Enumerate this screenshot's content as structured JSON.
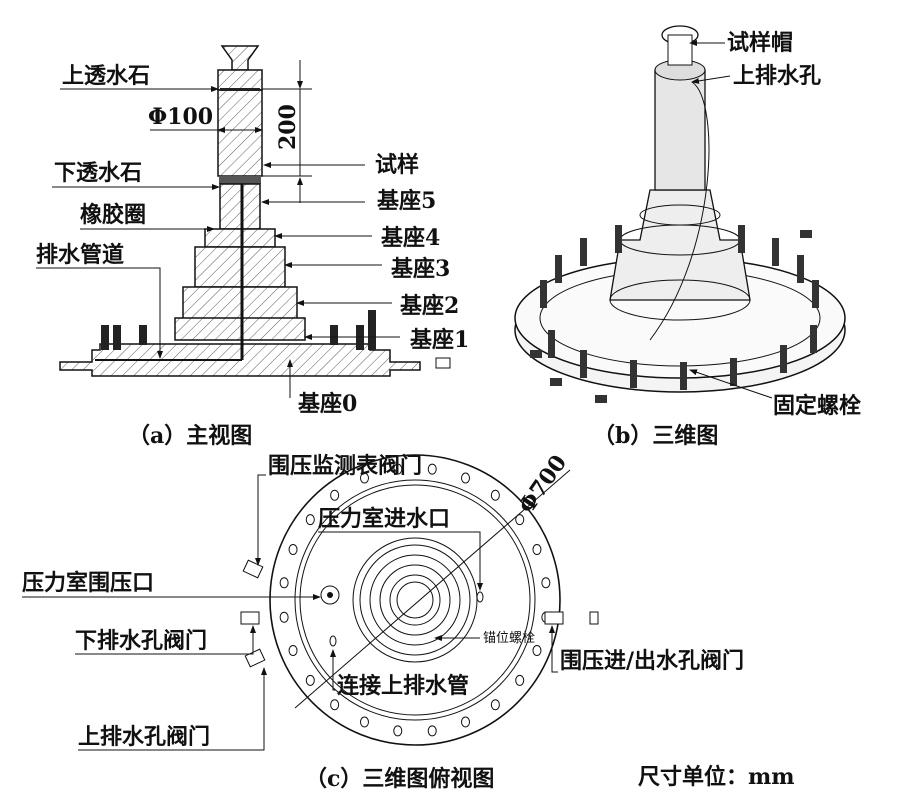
{
  "panel_a": {
    "caption": "（a）主视图",
    "labels": {
      "upper_stone": "上透水石",
      "diameter": "Φ100",
      "height": "200",
      "specimen": "试样",
      "lower_stone": "下透水石",
      "base5": "基座5",
      "rubber_ring": "橡胶圈",
      "base4": "基座4",
      "drain_pipe": "排水管道",
      "base3": "基座3",
      "base2": "基座2",
      "base1": "基座1",
      "base0": "基座0"
    }
  },
  "panel_b": {
    "caption": "（b）三维图",
    "labels": {
      "cap": "试样帽",
      "upper_drain_hole": "上排水孔",
      "fixing_bolt": "固定螺栓"
    }
  },
  "panel_c": {
    "caption": "（c）三维图俯视图",
    "labels": {
      "monitor_valve": "围压监测表阀门",
      "diameter": "Φ700",
      "water_inlet": "压力室进水口",
      "confining_port": "压力室围压口",
      "lower_drain_valve": "下排水孔阀门",
      "anchor_bolt": "锚位螺栓",
      "confining_valve": "围压进/出水孔阀门",
      "connect_drain": "连接上排水管",
      "upper_drain_valve": "上排水孔阀门"
    }
  },
  "units": "尺寸单位：mm"
}
